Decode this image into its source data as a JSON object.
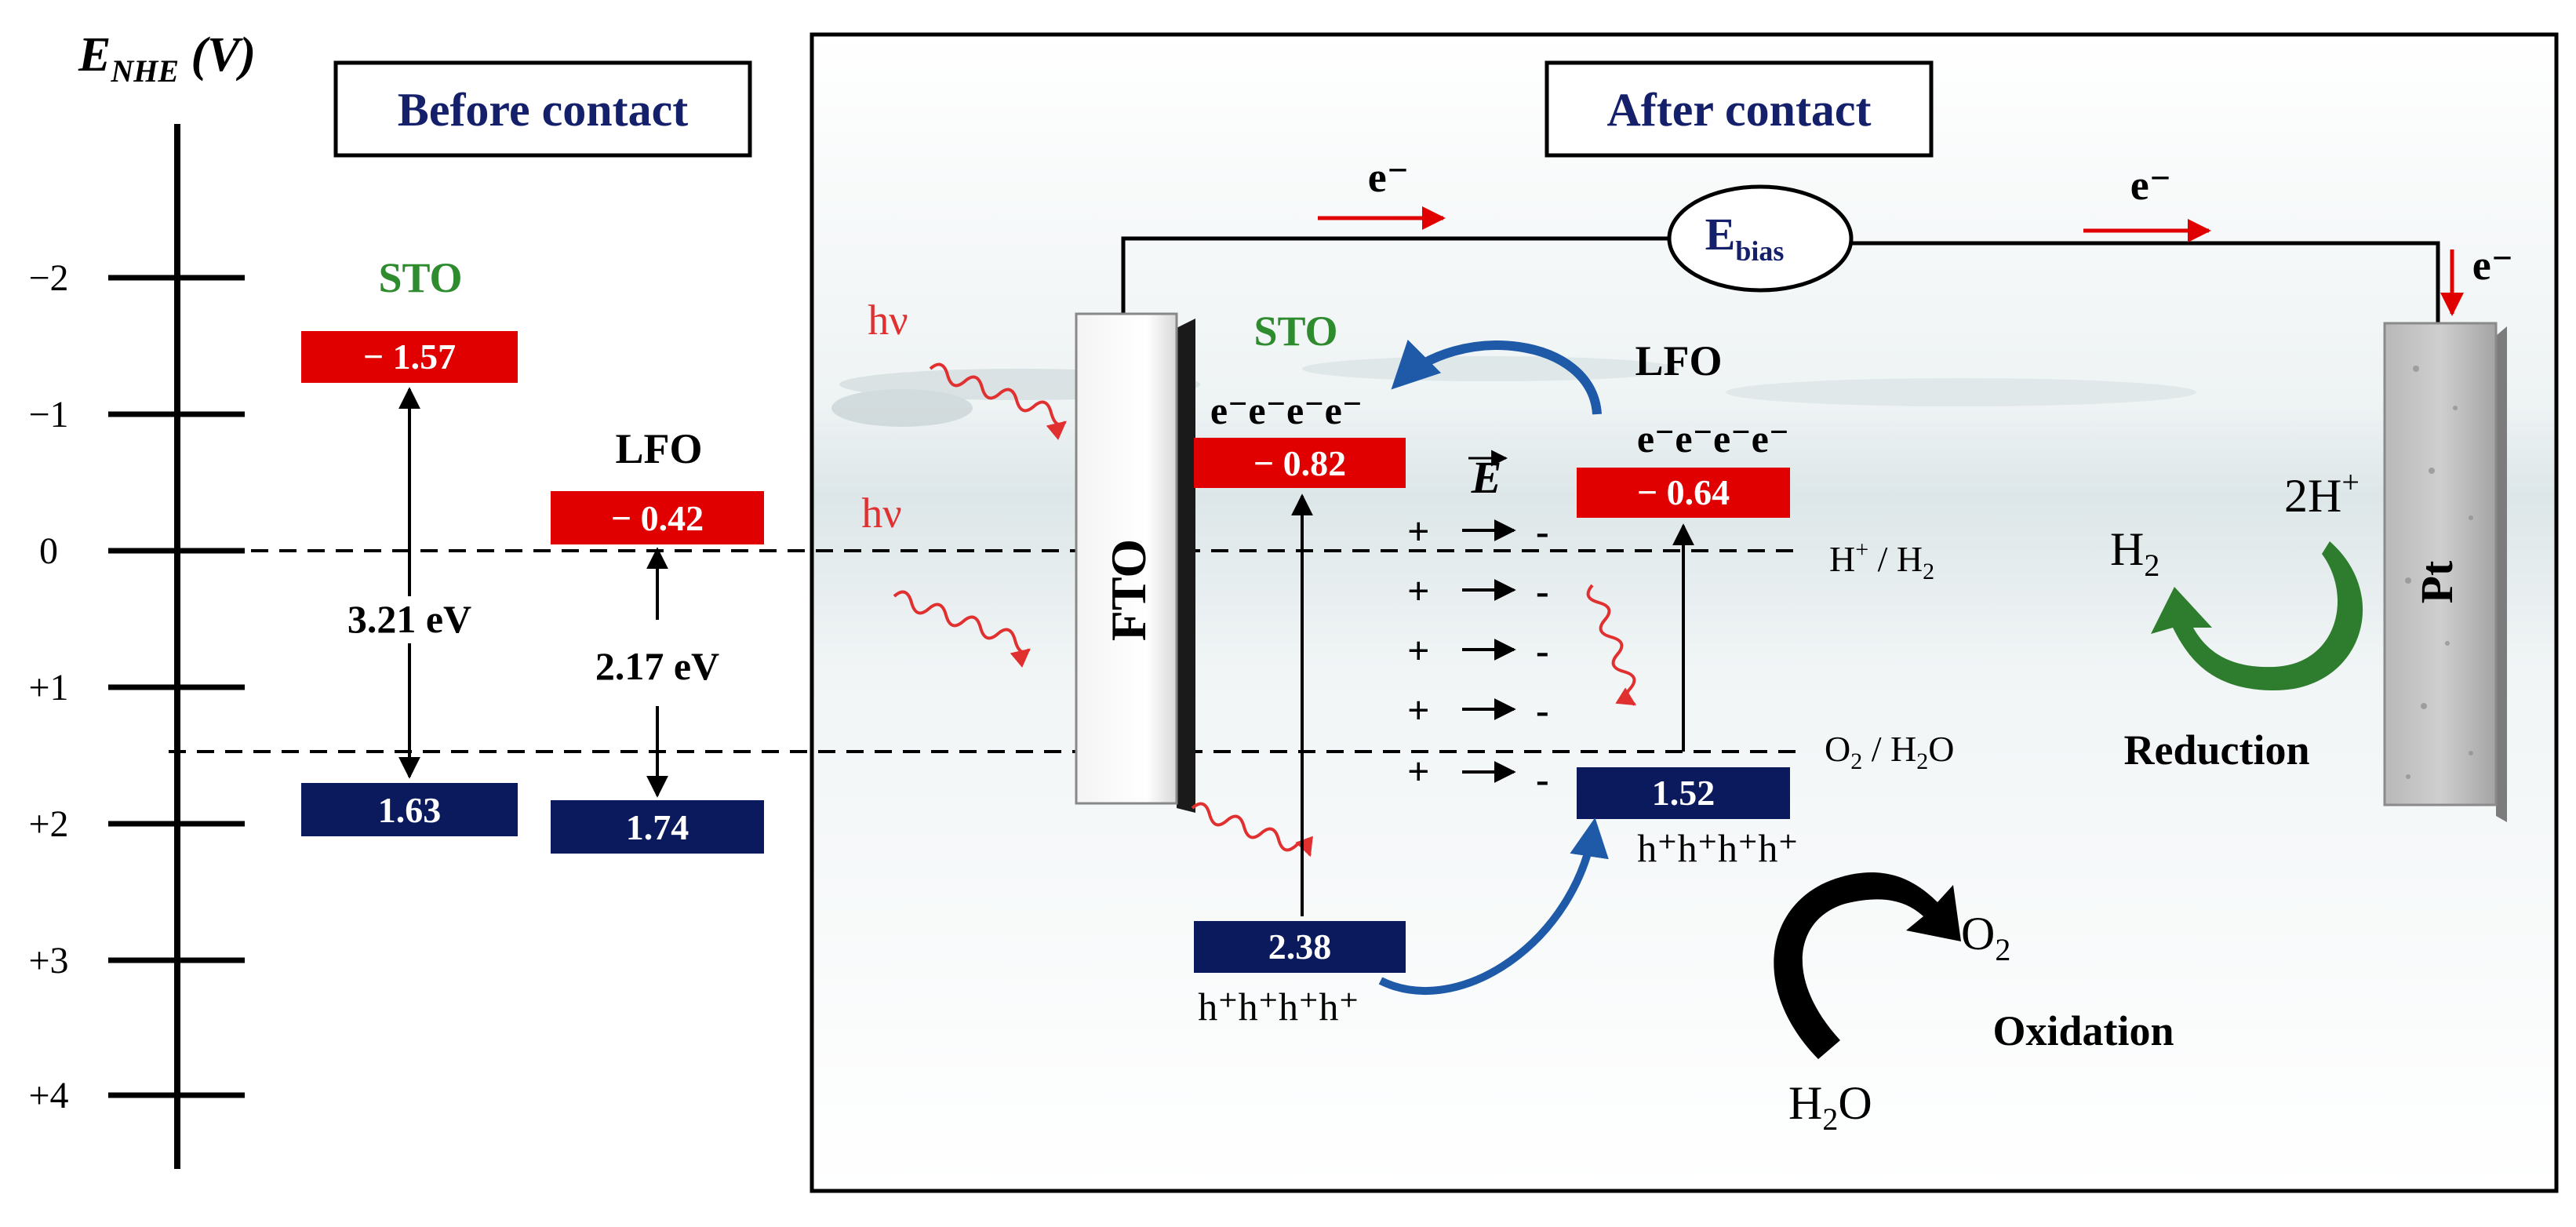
{
  "axis": {
    "label_main": "E",
    "label_sub": "NHE",
    "label_unit": " (V)",
    "ticks": [
      "−2",
      "−1",
      "0",
      "+1",
      "+2",
      "+3",
      "+4"
    ]
  },
  "before": {
    "title": "Before contact",
    "sto_label": "STO",
    "sto_cb": "− 1.57",
    "sto_vb": "1.63",
    "sto_gap": "3.21 eV",
    "lfo_label": "LFO",
    "lfo_cb": "− 0.42",
    "lfo_vb": "1.74",
    "lfo_gap": "2.17 eV"
  },
  "after": {
    "title": "After contact",
    "electron_top_left": "e⁻",
    "electron_top_right": "e⁻",
    "electron_right": "e⁻",
    "ebias_main": "E",
    "ebias_sub": "bias",
    "hv1": "hν",
    "hv2": "hν",
    "fto": "FTO",
    "pt": "Pt",
    "sto_label": "STO",
    "sto_electrons": "e⁻e⁻e⁻e⁻",
    "sto_cb": "− 0.82",
    "sto_vb": "2.38",
    "sto_holes": "h⁺h⁺h⁺h⁺",
    "lfo_label": "LFO",
    "lfo_electrons": "e⁻e⁻e⁻e⁻",
    "lfo_cb": "− 0.64",
    "lfo_vb": "1.52",
    "lfo_holes": "h⁺h⁺h⁺h⁺",
    "field": "E",
    "plus": "+",
    "minus": "-",
    "h_couple_a": "H",
    "h_couple_b": "+",
    "h_couple_c": " / H",
    "h_couple_d": "2",
    "o_couple_a": "O",
    "o_couple_b": "2",
    "o_couple_c": " / H",
    "o_couple_d": "2",
    "o_couple_e": "O",
    "h2_a": "H",
    "h2_b": "2",
    "twoh_a": "2H",
    "twoh_b": "+",
    "reduction": "Reduction",
    "o2_a": "O",
    "o2_b": "2",
    "h2o_a": "H",
    "h2o_b": "2",
    "h2o_c": "O",
    "oxidation": "Oxidation"
  },
  "colors": {
    "cb_red": "#e00000",
    "vb_navy": "#0a1a5c",
    "sto_green": "#2e8b2e",
    "title_navy": "#15206b",
    "reduction_arrow": "#2e7d2e",
    "hole_arrow": "#1e5aa8",
    "photon_red": "#e03030"
  }
}
